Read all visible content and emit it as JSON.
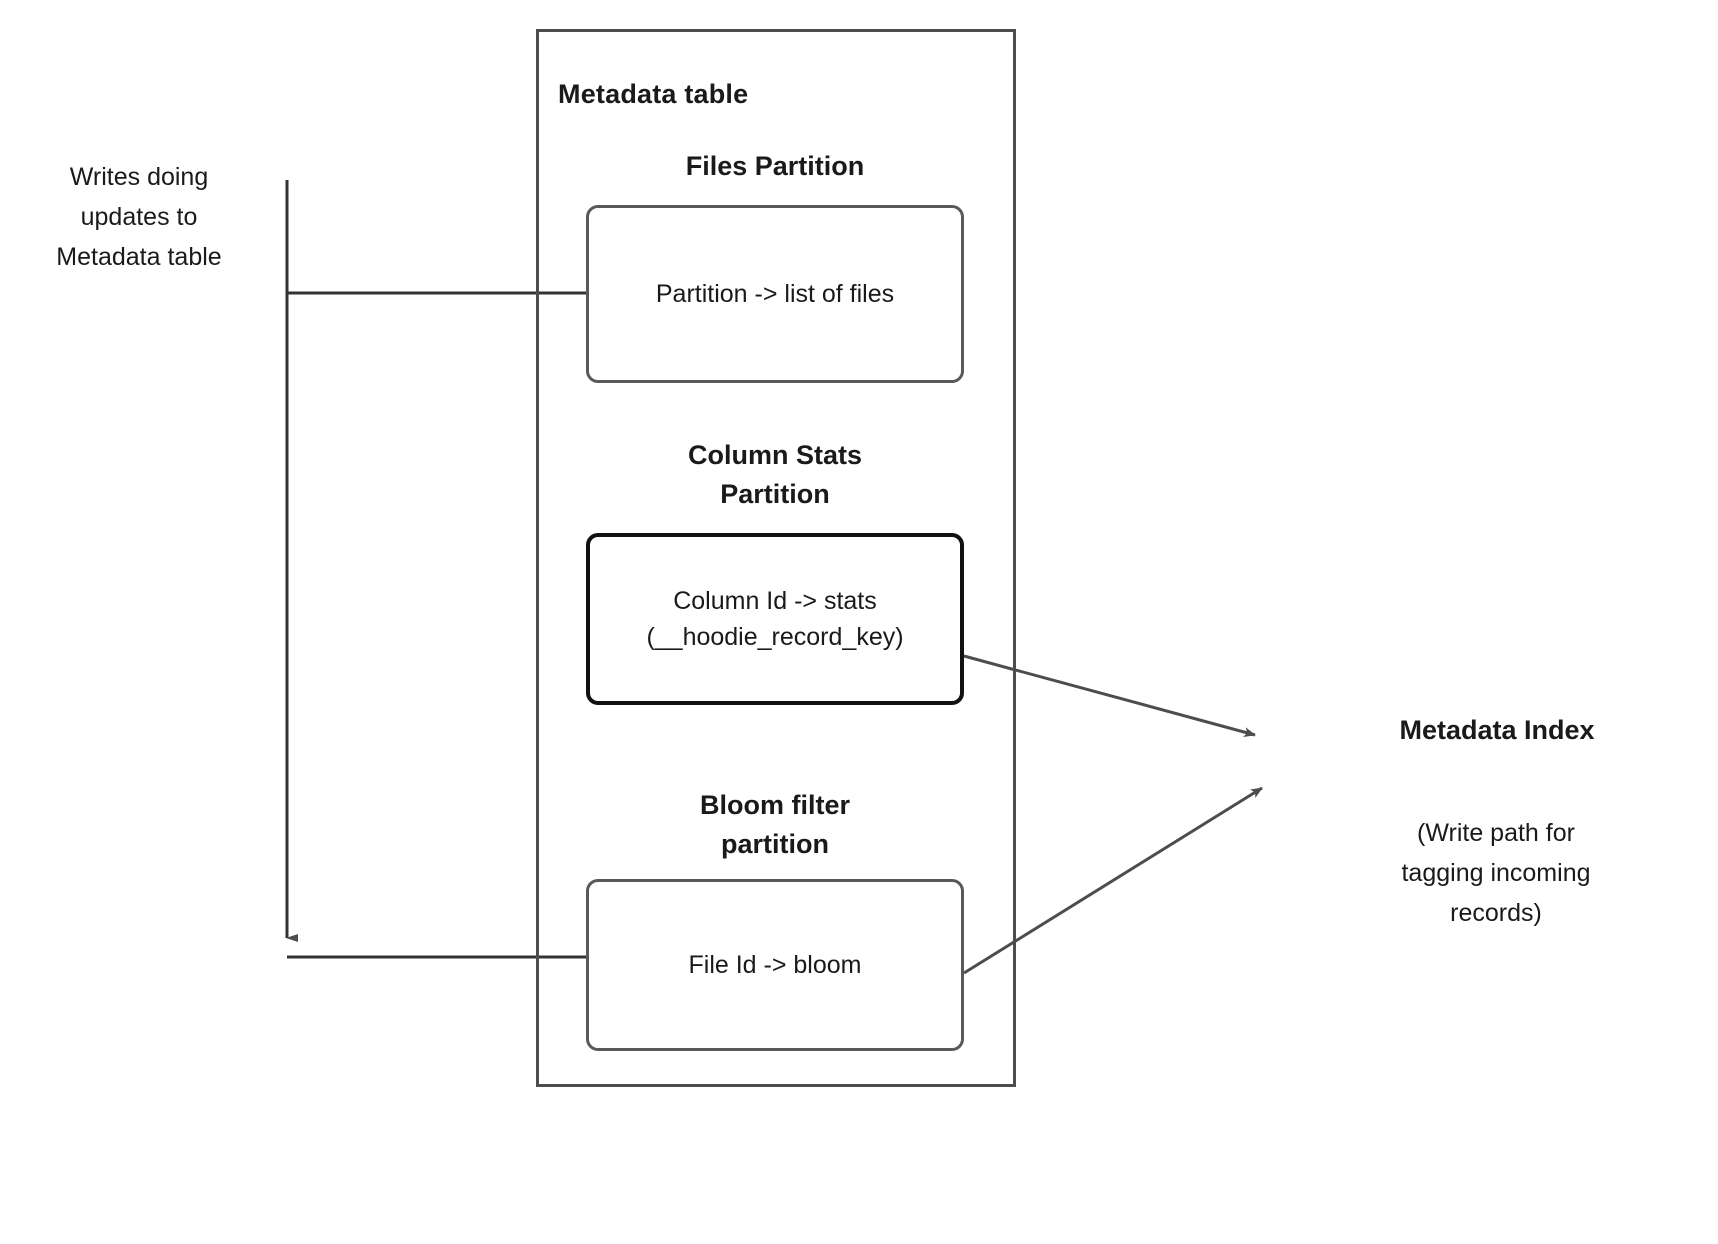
{
  "diagram": {
    "outer": {
      "title": "Metadata table"
    },
    "left_note": {
      "line1": "Writes doing",
      "line2": "updates to",
      "line3": "Metadata table"
    },
    "partitions": [
      {
        "id": "files",
        "title": "Files Partition",
        "box_line1": "Partition -> list of files",
        "box_line2": ""
      },
      {
        "id": "column-stats",
        "title_line1": "Column Stats",
        "title_line2": "Partition",
        "box_line1": "Column Id  -> stats",
        "box_line2": "(__hoodie_record_key)"
      },
      {
        "id": "bloom-filter",
        "title_line1": "Bloom filter",
        "title_line2": "partition",
        "box_line1": "File Id -> bloom",
        "box_line2": ""
      }
    ],
    "right": {
      "title": "Metadata Index",
      "note_line1": "(Write path for",
      "note_line2": "tagging incoming",
      "note_line3": "records)"
    },
    "colors": {
      "stroke": "#4d4d4d",
      "stroke_dark": "#111111",
      "text": "#1a1a1a",
      "background": "#ffffff"
    }
  }
}
